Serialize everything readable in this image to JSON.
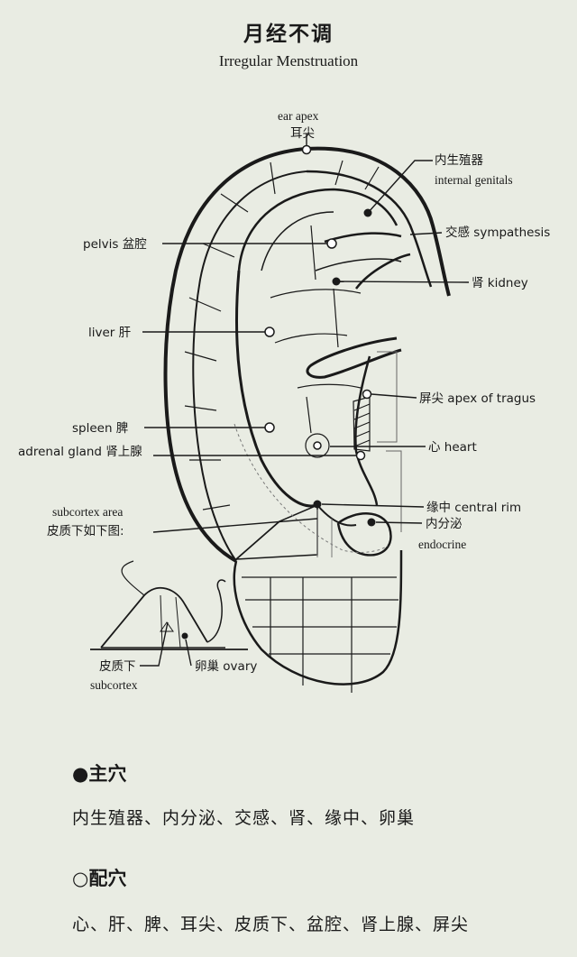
{
  "title_cn": "月经不调",
  "title_en": "Irregular Menstruation",
  "labels": {
    "ear_apex_en": "ear apex",
    "ear_apex_cn": "耳尖",
    "internal_genitals_cn": "内生殖器",
    "internal_genitals_en": "internal genitals",
    "sympathesis": "交感  sympathesis",
    "pelvis": "pelvis  盆腔",
    "kidney": "肾  kidney",
    "liver": "liver  肝",
    "apex_of_tragus": "屏尖  apex of tragus",
    "spleen": "spleen  脾",
    "heart": "心  heart",
    "adrenal_gland": "adrenal gland  肾上腺",
    "central_rim": "缘中  central rim",
    "endocrine_cn": "内分泌",
    "endocrine_en": "endocrine",
    "subcortex_area_en": "subcortex area",
    "subcortex_area_cn": "皮质下如下图:",
    "subcortex_cn": "皮质下",
    "subcortex_en": "subcortex",
    "ovary": "卵巢  ovary"
  },
  "main_points": {
    "heading": "●主穴",
    "list": "内生殖器、内分泌、交感、肾、缘中、卵巢"
  },
  "supporting_points": {
    "heading": "○配穴",
    "list": "心、肝、脾、耳尖、皮质下、盆腔、肾上腺、屏尖"
  }
}
